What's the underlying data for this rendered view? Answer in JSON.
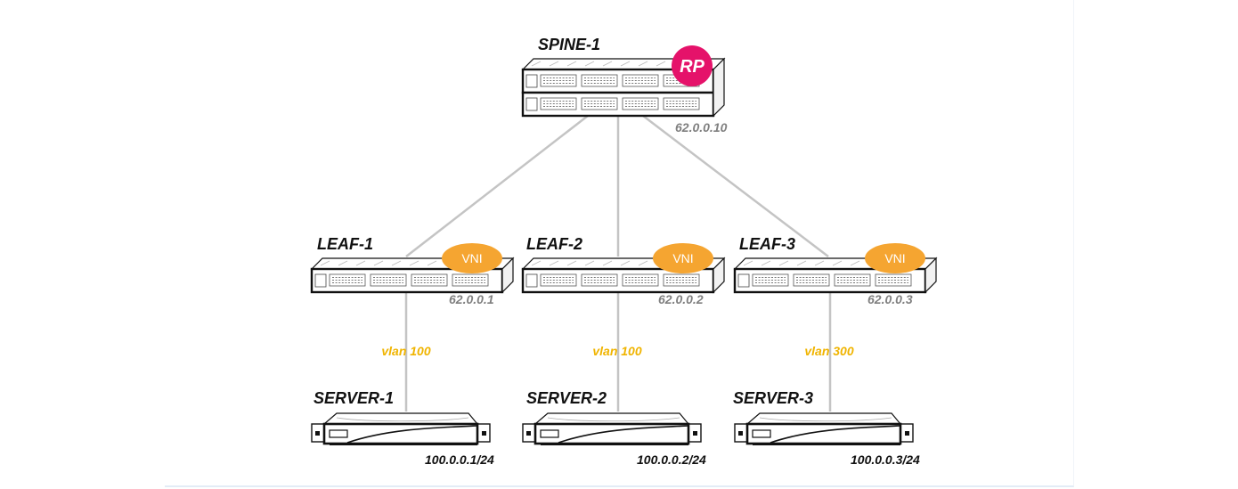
{
  "spine": {
    "name": "SPINE-1",
    "ip": "62.0.0.10",
    "badge": "RP",
    "badge_color": "#e5126a"
  },
  "leaves": [
    {
      "name": "LEAF-1",
      "ip": "62.0.0.1",
      "badge": "VNI",
      "vlan": "vlan 100"
    },
    {
      "name": "LEAF-2",
      "ip": "62.0.0.2",
      "badge": "VNI",
      "vlan": "vlan 100"
    },
    {
      "name": "LEAF-3",
      "ip": "62.0.0.3",
      "badge": "VNI",
      "vlan": "vlan 300"
    }
  ],
  "servers": [
    {
      "name": "SERVER-1",
      "ip": "100.0.0.1/24"
    },
    {
      "name": "SERVER-2",
      "ip": "100.0.0.2/24"
    },
    {
      "name": "SERVER-3",
      "ip": "100.0.0.3/24"
    }
  ],
  "colors": {
    "link": "#c4c4c4",
    "vni_badge": "#f5a531",
    "vlan_text": "#f0b400",
    "ip_text": "#808080"
  }
}
